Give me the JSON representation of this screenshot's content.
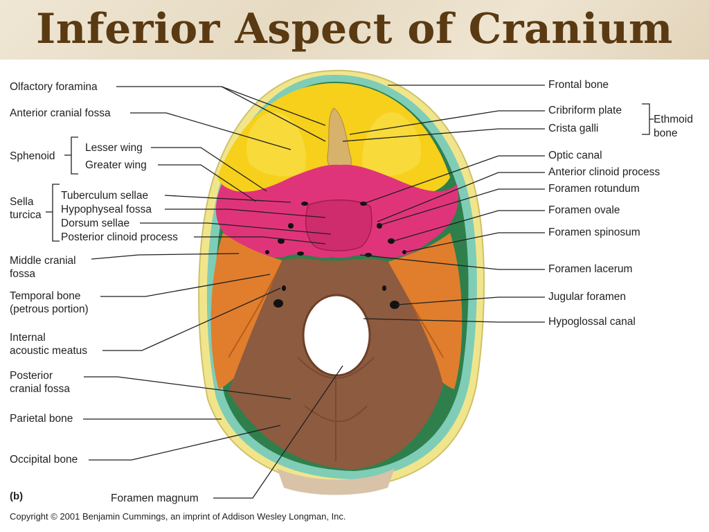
{
  "title": "Inferior Aspect of Cranium",
  "panel_label": "(b)",
  "copyright": "Copyright © 2001 Benjamin Cummings, an imprint of Addison Wesley Longman, Inc.",
  "colors": {
    "title": "#5a3a12",
    "frontal": "#f6d01a",
    "ethmoid": "#d7b26a",
    "sphenoid": "#e0347a",
    "temporal": "#e07e2e",
    "occipital": "#8d5b3f",
    "parietal": "#7fcdb7",
    "dura_green": "#2f7f4c",
    "skull_rim": "#f1e58c"
  },
  "left_labels": {
    "olfactory_foramina": "Olfactory foramina",
    "anterior_cranial_fossa": "Anterior cranial fossa",
    "sphenoid": "Sphenoid",
    "lesser_wing": "Lesser wing",
    "greater_wing": "Greater wing",
    "sella_turcica_1": "Sella",
    "sella_turcica_2": "turcica",
    "tuberculum_sellae": "Tuberculum sellae",
    "hypophyseal_fossa": "Hypophyseal fossa",
    "dorsum_sellae": "Dorsum sellae",
    "posterior_clinoid_process": "Posterior clinoid process",
    "middle_cranial_fossa_1": "Middle cranial",
    "middle_cranial_fossa_2": "fossa",
    "temporal_bone_1": "Temporal bone",
    "temporal_bone_2": "(petrous portion)",
    "internal_acoustic_meatus_1": "Internal",
    "internal_acoustic_meatus_2": "acoustic meatus",
    "posterior_cranial_fossa_1": "Posterior",
    "posterior_cranial_fossa_2": "cranial fossa",
    "parietal_bone": "Parietal bone",
    "occipital_bone": "Occipital bone",
    "foramen_magnum": "Foramen magnum"
  },
  "right_labels": {
    "frontal_bone": "Frontal bone",
    "cribriform_plate": "Cribriform plate",
    "crista_galli": "Crista galli",
    "ethmoid_bone_1": "Ethmoid",
    "ethmoid_bone_2": "bone",
    "optic_canal": "Optic canal",
    "anterior_clinoid_process": "Anterior clinoid process",
    "foramen_rotundum": "Foramen rotundum",
    "foramen_ovale": "Foramen ovale",
    "foramen_spinosum": "Foramen spinosum",
    "foramen_lacerum": "Foramen lacerum",
    "jugular_foramen": "Jugular foramen",
    "hypoglossal_canal": "Hypoglossal canal"
  }
}
